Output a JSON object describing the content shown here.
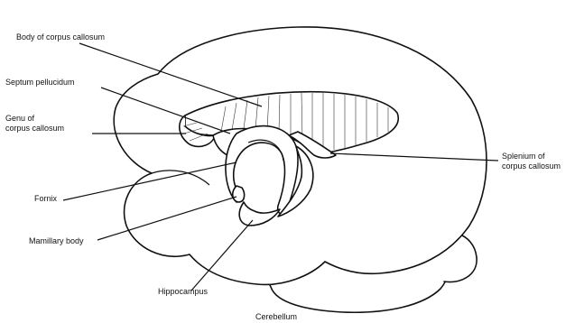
{
  "labels": {
    "body_of_corpus_callosum": "Body of corpus callosum",
    "septum_pellucidum": "Septum pellucidum",
    "genu_line1": "Genu of",
    "genu_line2": "corpus callosum",
    "fornix": "Fornix",
    "mamillary_body": "Mamillary body",
    "hippocampus": "Hippocampus",
    "cerebellum": "Cerebellum",
    "splenium_line1": "Splenium of",
    "splenium_line2": "corpus callosum"
  },
  "colors": {
    "ink": "#111111",
    "background": "#ffffff"
  }
}
